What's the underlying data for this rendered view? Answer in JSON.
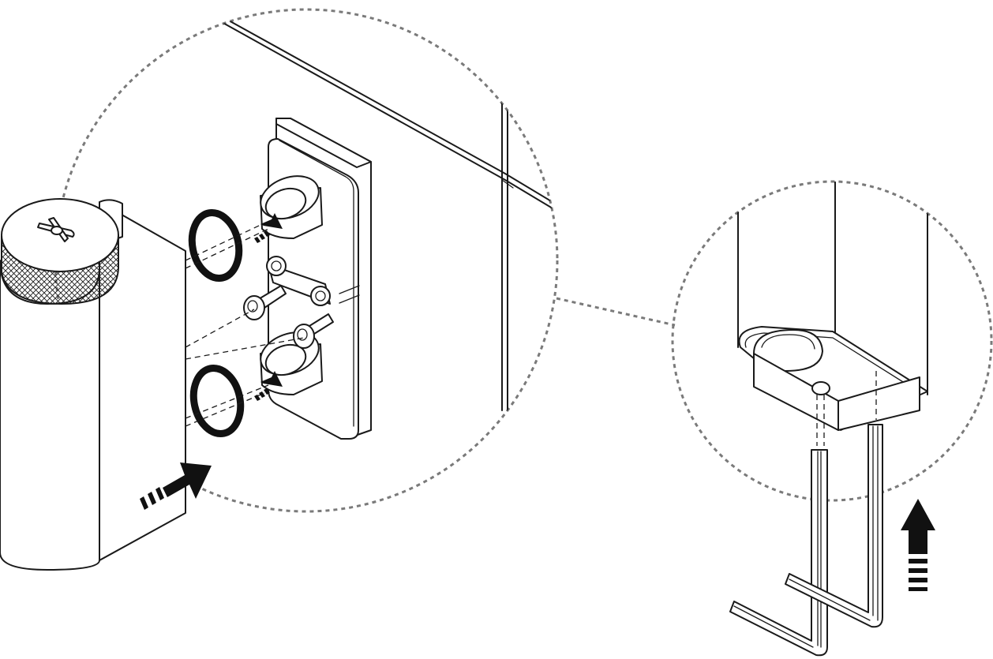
{
  "figure": {
    "kind": "assembly-instruction-illustration",
    "colors": {
      "line": "#1a1a1a",
      "detail_circle": "#7a7a7a",
      "arrow": "#111111",
      "background": "#ffffff"
    },
    "parts": [
      "knurled-cap-unit",
      "wall-bracket",
      "o-ring-seals",
      "mounting-screws",
      "hex-key",
      "wall-tiles"
    ],
    "steps": [
      {
        "action": "push-unit-onto-bracket",
        "arrow_icon": "arrow-icon"
      },
      {
        "action": "insert-hex-key-upward",
        "arrow_icon": "arrow-up-icon"
      }
    ]
  }
}
